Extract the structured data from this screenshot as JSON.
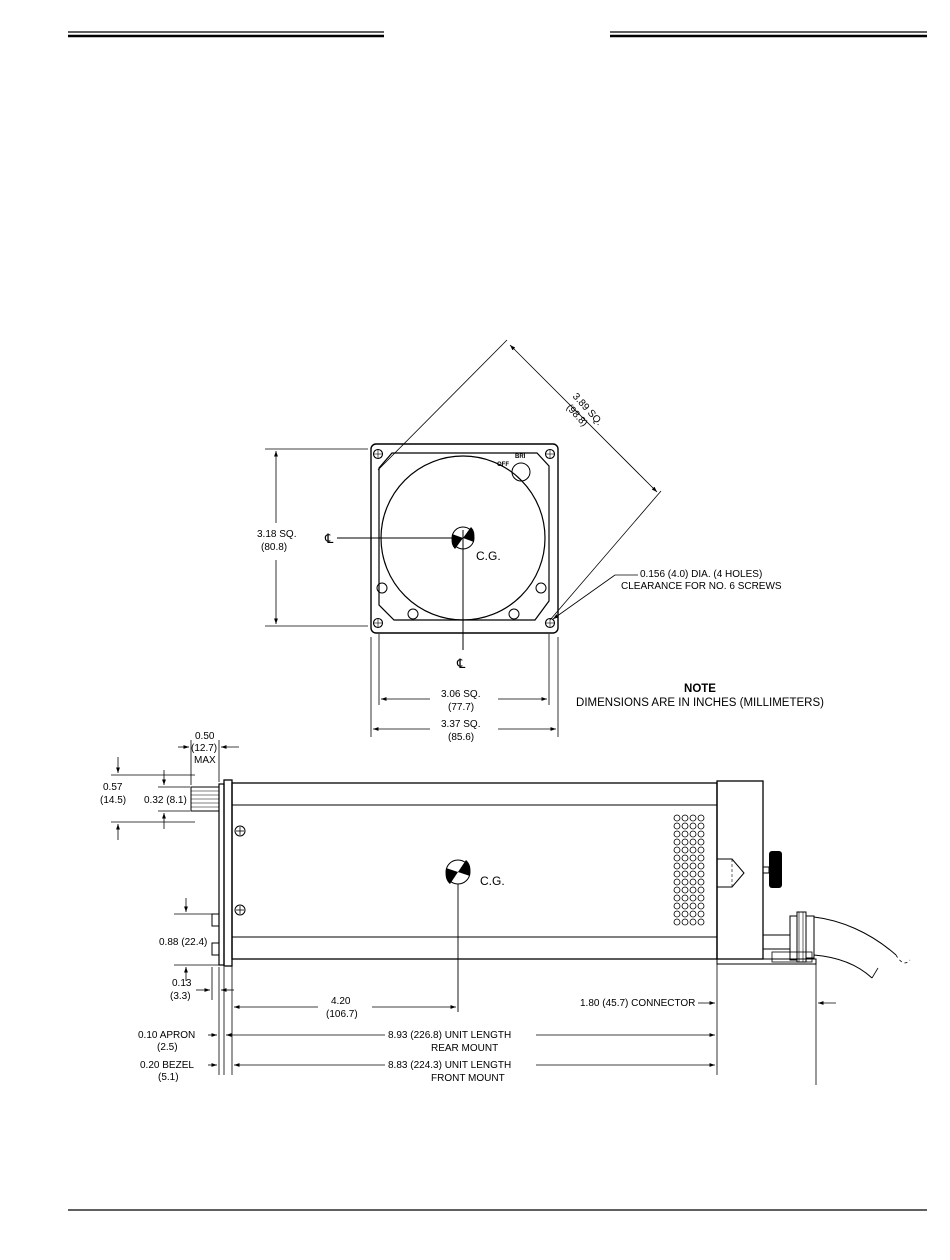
{
  "labels": {
    "diag_top": "3.89 SQ.",
    "diag_bottom": "(98.8)",
    "height_top": "3.18 SQ.",
    "height_bottom": "(80.8)",
    "centerline_symbol": "℄",
    "cg": "C.G.",
    "holes_line1": "0.156 (4.0) DIA. (4 HOLES)",
    "holes_line2": "CLEARANCE FOR NO.  6 SCREWS",
    "inner_width_top": "3.06 SQ.",
    "inner_width_bottom": "(77.7)",
    "outer_width_top": "3.37 SQ.",
    "outer_width_bottom": "(85.6)",
    "note_title": "NOTE",
    "note_text": "DIMENSIONS ARE IN INCHES (MILLIMETERS)",
    "knob_off": "OFF",
    "knob_bri": "BRI",
    "knob_len_1": "0.50",
    "knob_len_2": "(12.7)",
    "knob_len_3": "MAX",
    "knob_outer_1": "0.57",
    "knob_outer_2": "(14.5)",
    "knob_dia": "0.32 (8.1)",
    "lower_gap_1": "0.88 (22.4)",
    "bezel_thk_1": "0.13",
    "bezel_thk_2": "(3.3)",
    "cg_dist_1": "4.20",
    "cg_dist_2": "(106.7)",
    "connector": "1.80 (45.7) CONNECTOR",
    "apron_1": "0.10 APRON",
    "apron_2": "(2.5)",
    "bezel_1": "0.20 BEZEL",
    "bezel_2": "(5.1)",
    "rear_len_1": "8.93 (226.8) UNIT LENGTH",
    "rear_len_2": "REAR MOUNT",
    "front_len_1": "8.83 (224.3) UNIT LENGTH",
    "front_len_2": "FRONT MOUNT"
  }
}
